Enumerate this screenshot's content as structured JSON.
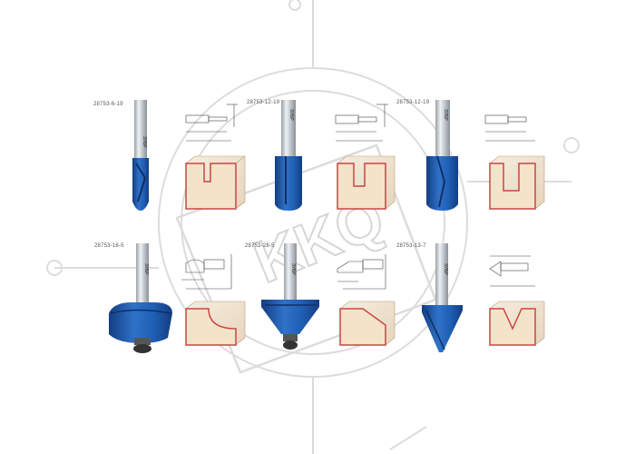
{
  "product_codes": [
    "28753-6-19",
    "28753-12-19",
    "28753-12-19",
    "28753-16-5",
    "28753-28-5",
    "28753-13-7"
  ],
  "brand_mark": "ЗУБР",
  "watermark": "KKQ",
  "colors": {
    "bit_blue": "#1f5fb4",
    "bit_blue_dark": "#163f86",
    "bit_blue_light": "#4a86d4",
    "shank_silver": "#c9ced4",
    "wood": "#f1e6d5",
    "wood_edge": "#c94545",
    "watermark_gray": "#dcdcdc"
  }
}
